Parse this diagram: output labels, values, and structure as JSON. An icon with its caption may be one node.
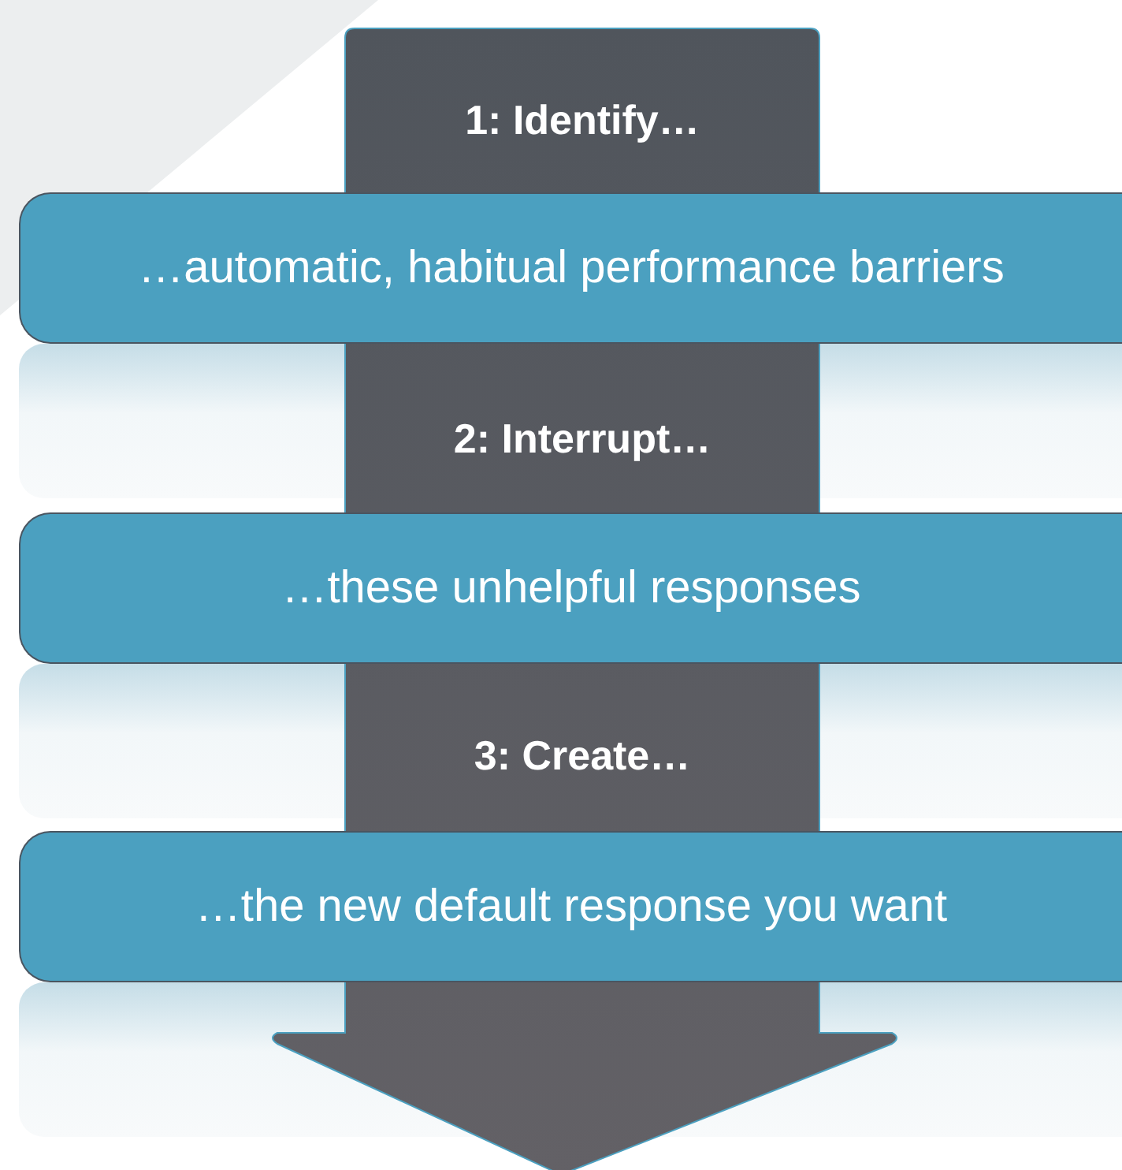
{
  "diagram": {
    "nodes": [
      {
        "text": [
          "**1:** Identify…"
        ]
      },
      {
        "text": [
          "…automatic, habitual performance barriers"
        ]
      },
      {
        "text": [
          "**2:** Interrupt…"
        ]
      },
      {
        "text": [
          "…these unhelpful responses"
        ]
      },
      {
        "text": [
          "**3:** Create…"
        ]
      },
      {
        "text": [
          "…the new default response you want"
        ]
      }
    ]
  }
}
